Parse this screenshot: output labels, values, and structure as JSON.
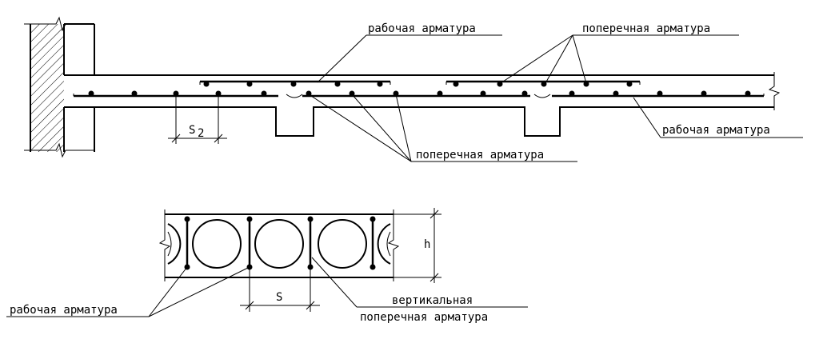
{
  "labels": {
    "working_top": "рабочая арматура",
    "transverse_top": "поперечная арматура",
    "working_right": "рабочая арматура",
    "transverse_bottom": "поперечная арматура",
    "working_bottom_left": "рабочая арматура",
    "vertical_line1": "вертикальная",
    "vertical_line2": "поперечная арматура"
  },
  "dimensions": {
    "s2": "S",
    "s2_sub": "2",
    "s": "S",
    "h": "h"
  }
}
